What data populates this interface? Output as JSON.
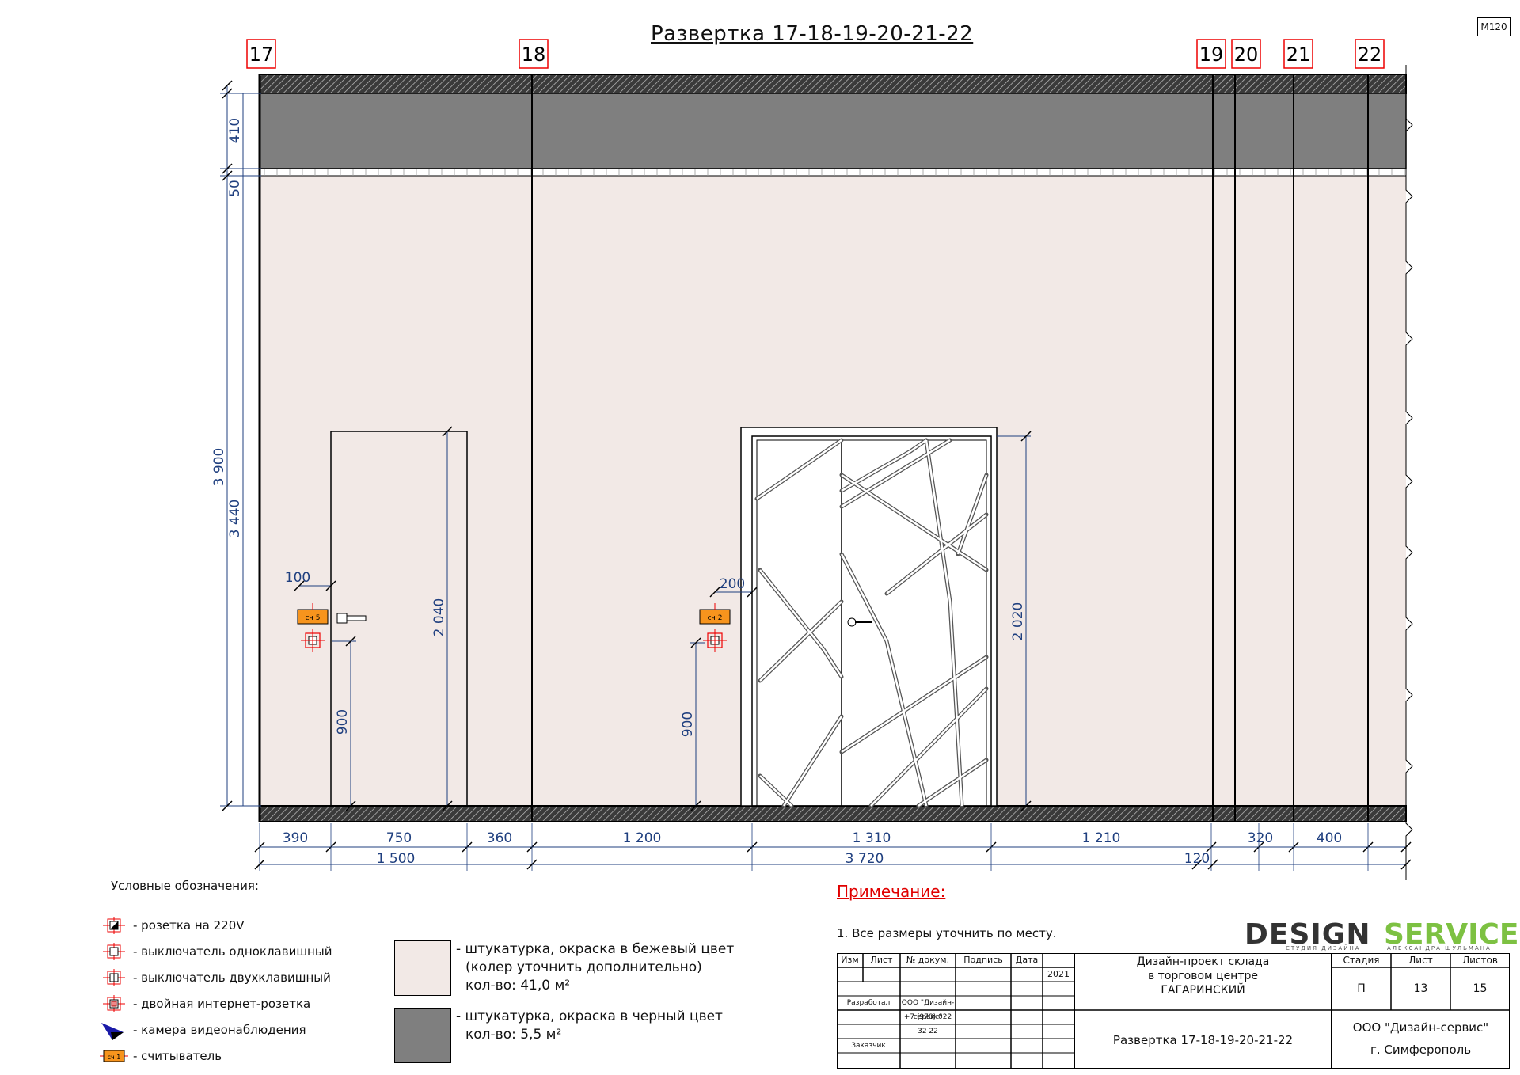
{
  "title": "Развертка 17-18-19-20-21-22",
  "scale": "М120",
  "axes": [
    "17",
    "18",
    "19",
    "20",
    "21",
    "22"
  ],
  "dims_left": {
    "total": "3 900",
    "wall": "3 440",
    "top_band": "410",
    "trim": "50"
  },
  "dims_bottom_row1": [
    "390",
    "750",
    "360",
    "1 200",
    "1 310",
    "1 210",
    "320",
    "400"
  ],
  "dims_bottom_row2": [
    "1 500",
    "3 720",
    "120"
  ],
  "door1": {
    "height": "2 040",
    "offset": "100",
    "switch_height": "900",
    "reader": "сч 5"
  },
  "door2": {
    "height": "2 020",
    "offset": "200",
    "switch_height": "900",
    "reader": "сч 2"
  },
  "legend": {
    "title": "Условные обозначения:",
    "items": [
      {
        "icon": "socket-220v-icon",
        "text": "- розетка на 220V"
      },
      {
        "icon": "single-switch-icon",
        "text": "- выключатель одноклавишный"
      },
      {
        "icon": "double-switch-icon",
        "text": "- выключатель двухклавишный"
      },
      {
        "icon": "internet-socket-icon",
        "text": "- двойная интернет-розетка"
      },
      {
        "icon": "camera-icon",
        "text": "- камера видеонаблюдения"
      },
      {
        "icon": "reader-icon",
        "text": "- считыватель",
        "badge": "сч 1"
      }
    ]
  },
  "materials": [
    {
      "color": "#f2e9e6",
      "lines": [
        "- штукатурка, окраска в бежевый цвет",
        "(колер уточнить дополнительно)",
        "кол-во: 41,0 м²"
      ]
    },
    {
      "color": "#7f7f7f",
      "lines": [
        "- штукатурка, окраска в черный цвет",
        "кол-во: 5,5 м²"
      ]
    }
  ],
  "note": {
    "title": "Примечание:",
    "text": "1. Все размеры уточнить по месту."
  },
  "logo": {
    "design": "DESIGN",
    "service": "SERVICE",
    "sub1": "СТУДИЯ ДИЗАЙНА",
    "sub2": "АЛЕКСАНДРА ШУЛЬМАНА"
  },
  "stamp": {
    "headers": [
      "Изм",
      "Лист",
      "№ докум.",
      "Подпись",
      "Дата"
    ],
    "year": "2021",
    "dev_label": "Разработал",
    "dev_org": "ООО \"Дизайн-сервис\"",
    "phone": "+7 (978) 022 32 22",
    "customer_label": "Заказчик",
    "project": [
      "Дизайн-проект склада",
      "в торговом центре",
      "ГАГАРИНСКИЙ"
    ],
    "sheet_title": "Развертка 17-18-19-20-21-22",
    "stage_label": "Стадия",
    "sheet_label": "Лист",
    "sheets_label": "Листов",
    "stage": "П",
    "sheet": "13",
    "sheets": "15",
    "org": "ООО \"Дизайн-сервис\"",
    "city": "г. Симферополь"
  },
  "colors": {
    "wall": "#f2e9e6",
    "band": "#7f7f7f",
    "dim": "#1f3f7f",
    "axis": "#e00000",
    "reader": "#f7941d"
  }
}
